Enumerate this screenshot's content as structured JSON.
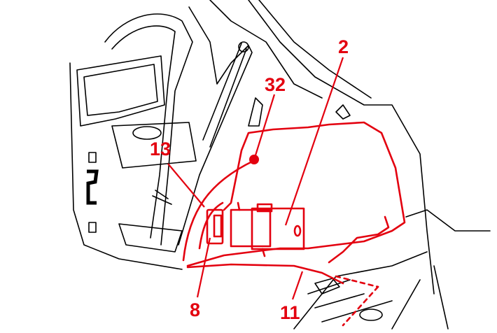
{
  "diagram": {
    "accent_color": "#e3000f",
    "callouts": [
      {
        "id": "2",
        "label": "2"
      },
      {
        "id": "32",
        "label": "32"
      },
      {
        "id": "13",
        "label": "13"
      },
      {
        "id": "8",
        "label": "8"
      },
      {
        "id": "11",
        "label": "11"
      }
    ]
  }
}
